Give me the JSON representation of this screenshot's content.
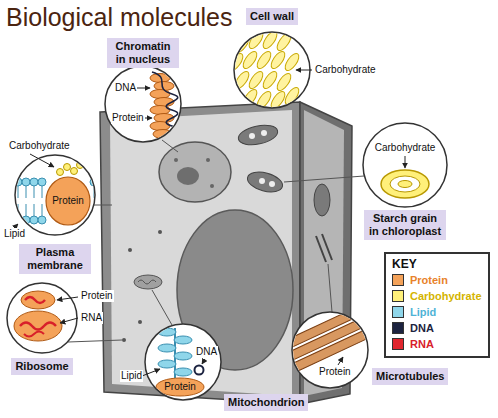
{
  "diagram": {
    "title": "Biological molecules",
    "nodes": [
      {
        "text": [
          "Cell wall"
        ]
      },
      {
        "text": [
          "Chromatin in nucleus"
        ]
      },
      {
        "text": [
          "Starch grain in chloroplast"
        ]
      },
      {
        "text": [
          "KEY"
        ]
      },
      {
        "text": [
          "Plasma membrane"
        ]
      },
      {
        "text": [
          "Ribosome"
        ]
      },
      {
        "text": [
          "Microtubules"
        ]
      },
      {
        "text": [
          "Mitochondrion"
        ]
      }
    ],
    "labels": [
      "DNA",
      "Protein",
      "Carbohydrate",
      "Carbohydrate",
      "Carbohydrate",
      "Protein",
      "Lipid",
      "Protein",
      "RNA",
      "DNA",
      "Lipid",
      "Protein",
      "Protein"
    ],
    "legend": [
      {
        "text": "Protein",
        "color": "#f4a259"
      },
      {
        "text": "Carbohydrate",
        "color": "#fff07a"
      },
      {
        "text": "Lipid",
        "color": "#8fd6ea"
      },
      {
        "text": "DNA",
        "color": "#1c2340"
      },
      {
        "text": "RNA",
        "color": "#e0262e"
      }
    ]
  }
}
